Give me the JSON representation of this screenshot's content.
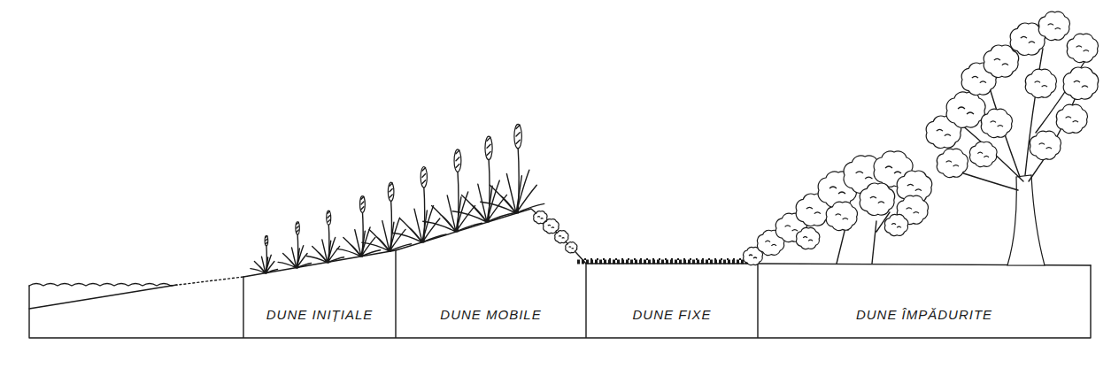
{
  "diagram": {
    "nodes": [
      {
        "text": [
          "DUNE INIȚIALE"
        ]
      },
      {
        "text": [
          "DUNE MOBILE"
        ]
      },
      {
        "text": [
          "DUNE FIXE"
        ]
      },
      {
        "text": [
          "DUNE ÎMPĂDURITE"
        ]
      }
    ]
  }
}
